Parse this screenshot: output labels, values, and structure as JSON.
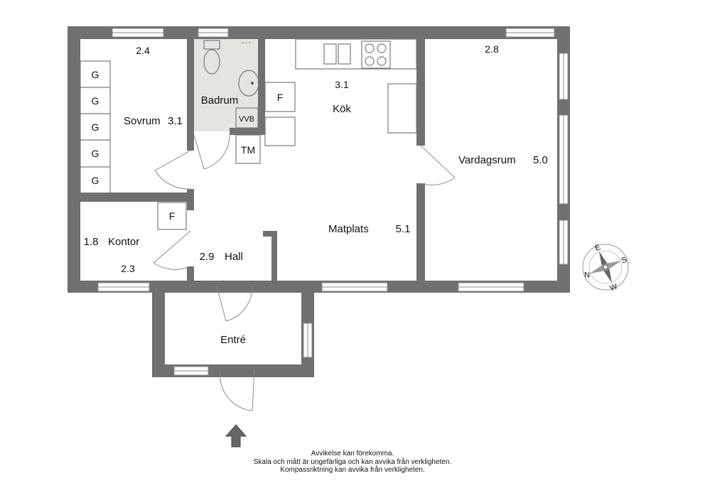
{
  "rooms": {
    "sovrum": {
      "label": "Sovrum",
      "area": "3.1",
      "measure": "2.4"
    },
    "badrum": {
      "label": "Badrum"
    },
    "kok": {
      "label": "Kök",
      "measure": "3.1"
    },
    "vardagsrum": {
      "label": "Vardagsrum",
      "area": "5.0",
      "measure": "2.8"
    },
    "kontor": {
      "label": "Kontor",
      "area": "1.8",
      "measure": "2.3"
    },
    "hall": {
      "label": "Hall",
      "area": "2.9"
    },
    "matplats": {
      "label": "Matplats",
      "area": "5.1"
    },
    "entre": {
      "label": "Entré"
    }
  },
  "fixtures": {
    "wardrobe": "G",
    "fridge": "F",
    "vvb": "VVB",
    "tm": "TM"
  },
  "compass": {
    "n": "N",
    "e": "E",
    "s": "S",
    "w": "W"
  },
  "disclaimer": [
    "Avvikelse kan förekomma.",
    "Skala och mått är ungefärliga och kan avvika från verkligheten.",
    "Kompassriktning kan avvika från verkligheten."
  ],
  "colors": {
    "wall": "#707070",
    "bathroom_floor": "#e6e4df"
  }
}
